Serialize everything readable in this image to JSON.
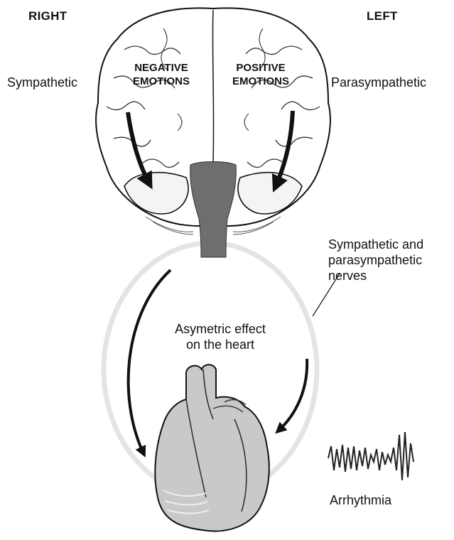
{
  "labels": {
    "right": "RIGHT",
    "left": "LEFT",
    "sympathetic": "Sympathetic",
    "parasympathetic": "Parasympathetic",
    "negative_line1": "NEGATIVE",
    "negative_line2": "EMOTIONS",
    "positive_line1": "POSITIVE",
    "positive_line2": "EMOTIONS",
    "nerves_line1": "Sympathetic and",
    "nerves_line2": "parasympathetic",
    "nerves_line3": "nerves",
    "effect_line1": "Asymetric effect",
    "effect_line2": "on the heart",
    "arrhythmia": "Arrhythmia"
  },
  "colors": {
    "ink": "#111111",
    "brainstem": "#6e6e6e",
    "brain_fill": "#ffffff",
    "heart_fill": "#c9c9c9",
    "halo": "#e6e6e6"
  },
  "icons": {
    "brain": "brain-illustration",
    "heart": "heart-illustration",
    "ecg": "ecg-trace-icon"
  }
}
